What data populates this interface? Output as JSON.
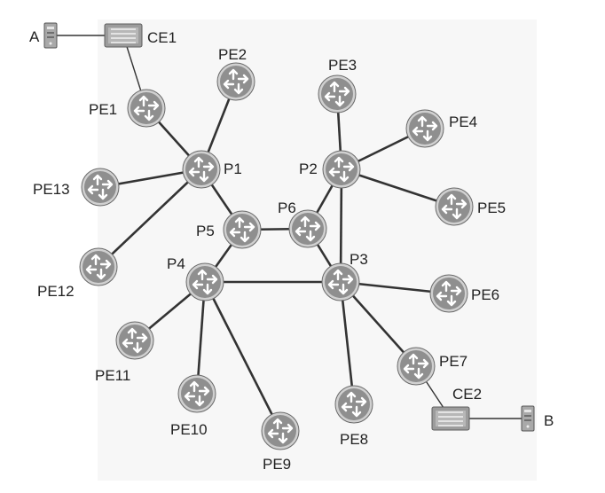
{
  "colors": {
    "background": "#ffffff",
    "panel": "#f7f7f7",
    "link": "#333333",
    "router_fill": "#8f8f8f",
    "router_ring": "#d0d0d0",
    "router_edge": "#6a6a6a",
    "device_fill": "#9c9c9c",
    "label": "#222222"
  },
  "icons": {
    "router": "router-icon",
    "edge_device": "switch-icon",
    "host": "server-icon"
  },
  "nodes": [
    {
      "id": "A",
      "label": "A",
      "kind": "host"
    },
    {
      "id": "CE1",
      "label": "CE1",
      "kind": "ce"
    },
    {
      "id": "PE1",
      "label": "PE1",
      "kind": "router"
    },
    {
      "id": "PE2",
      "label": "PE2",
      "kind": "router"
    },
    {
      "id": "PE3",
      "label": "PE3",
      "kind": "router"
    },
    {
      "id": "PE4",
      "label": "PE4",
      "kind": "router"
    },
    {
      "id": "PE5",
      "label": "PE5",
      "kind": "router"
    },
    {
      "id": "PE6",
      "label": "PE6",
      "kind": "router"
    },
    {
      "id": "PE7",
      "label": "PE7",
      "kind": "router"
    },
    {
      "id": "PE8",
      "label": "PE8",
      "kind": "router"
    },
    {
      "id": "PE9",
      "label": "PE9",
      "kind": "router"
    },
    {
      "id": "PE10",
      "label": "PE10",
      "kind": "router"
    },
    {
      "id": "PE11",
      "label": "PE11",
      "kind": "router"
    },
    {
      "id": "PE12",
      "label": "PE12",
      "kind": "router"
    },
    {
      "id": "PE13",
      "label": "PE13",
      "kind": "router"
    },
    {
      "id": "P1",
      "label": "P1",
      "kind": "router"
    },
    {
      "id": "P2",
      "label": "P2",
      "kind": "router"
    },
    {
      "id": "P3",
      "label": "P3",
      "kind": "router"
    },
    {
      "id": "P4",
      "label": "P4",
      "kind": "router"
    },
    {
      "id": "P5",
      "label": "P5",
      "kind": "router"
    },
    {
      "id": "P6",
      "label": "P6",
      "kind": "router"
    },
    {
      "id": "CE2",
      "label": "CE2",
      "kind": "ce"
    },
    {
      "id": "B",
      "label": "B",
      "kind": "host"
    }
  ],
  "links": [
    [
      "A",
      "CE1"
    ],
    [
      "CE1",
      "PE1"
    ],
    [
      "PE1",
      "P1"
    ],
    [
      "PE2",
      "P1"
    ],
    [
      "PE13",
      "P1"
    ],
    [
      "PE12",
      "P1"
    ],
    [
      "P1",
      "P5"
    ],
    [
      "P5",
      "P6"
    ],
    [
      "P5",
      "P4"
    ],
    [
      "P6",
      "P2"
    ],
    [
      "P6",
      "P3"
    ],
    [
      "PE3",
      "P2"
    ],
    [
      "PE4",
      "P2"
    ],
    [
      "PE5",
      "P2"
    ],
    [
      "P2",
      "P3"
    ],
    [
      "P4",
      "P3"
    ],
    [
      "P3",
      "PE6"
    ],
    [
      "P3",
      "PE7"
    ],
    [
      "P3",
      "PE8"
    ],
    [
      "P4",
      "PE11"
    ],
    [
      "P4",
      "PE10"
    ],
    [
      "P4",
      "PE9"
    ],
    [
      "PE7",
      "CE2"
    ],
    [
      "CE2",
      "B"
    ]
  ]
}
